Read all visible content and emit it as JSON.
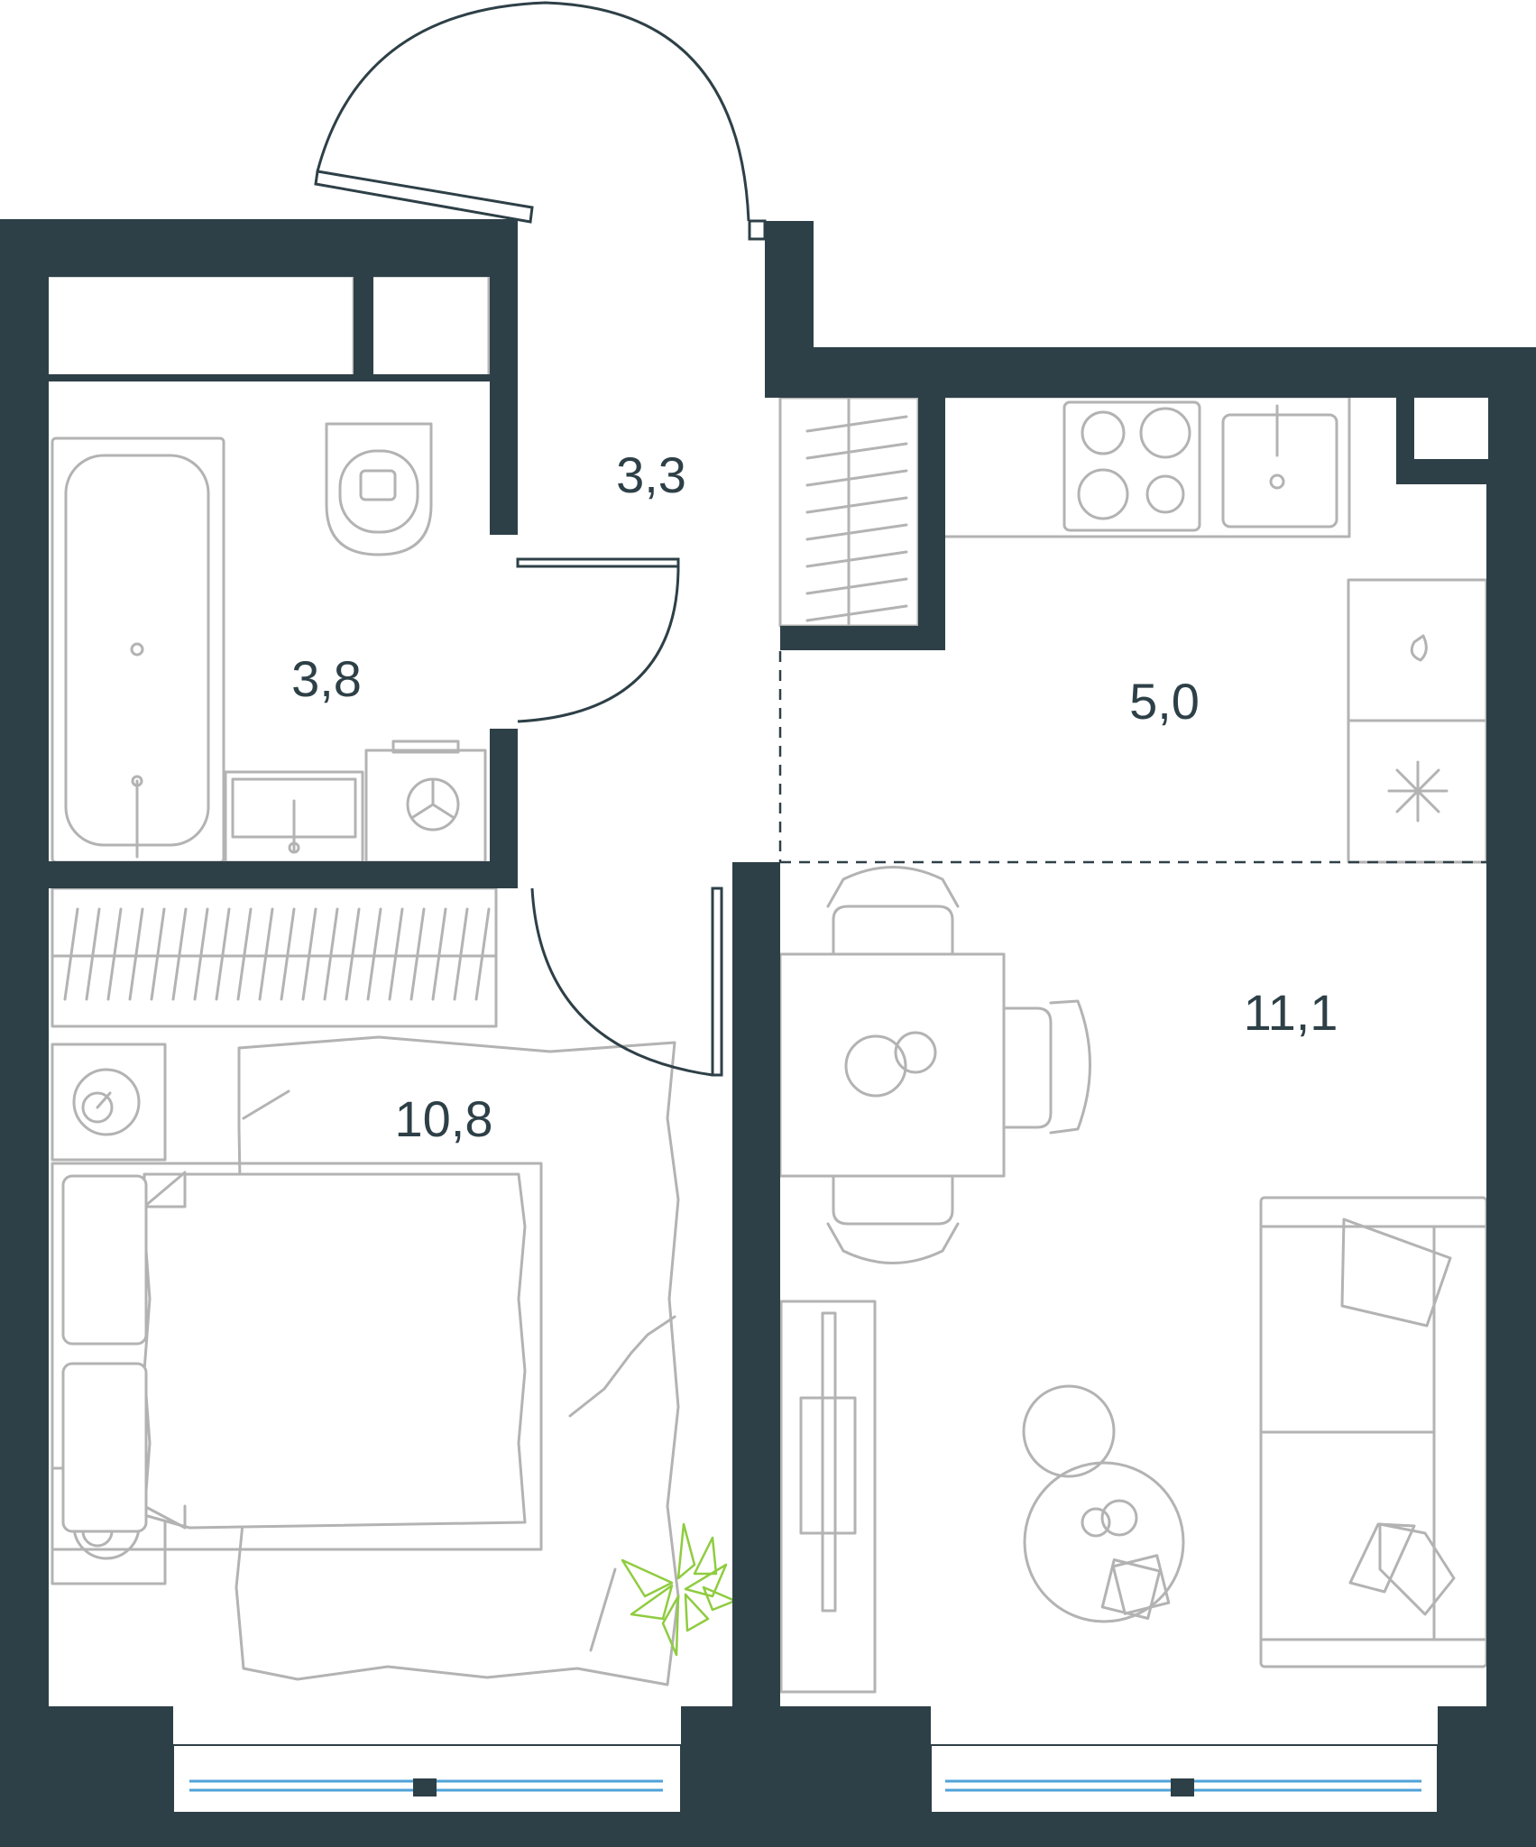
{
  "rooms": [
    {
      "id": "hall",
      "area": "3,3"
    },
    {
      "id": "bathroom",
      "area": "3,8"
    },
    {
      "id": "kitchen",
      "area": "5,0"
    },
    {
      "id": "bedroom",
      "area": "10,8"
    },
    {
      "id": "living",
      "area": "11,1"
    }
  ],
  "colors": {
    "wall": "#2e4047",
    "furniture": "#b3b3b3",
    "plant": "#8fcc3f",
    "window_glass": "#4fa3d8"
  },
  "icons": [
    "entrance-door-icon",
    "bathtub-icon",
    "toilet-icon",
    "sink-icon",
    "washing-machine-icon",
    "stove-icon",
    "fridge-icon",
    "freezer-icon",
    "bed-icon",
    "nightstand-lamp-icon",
    "dining-table-icon",
    "chair-icon",
    "sofa-icon",
    "coffee-table-icon",
    "tv-console-icon",
    "plant-icon",
    "wardrobe-icon"
  ]
}
